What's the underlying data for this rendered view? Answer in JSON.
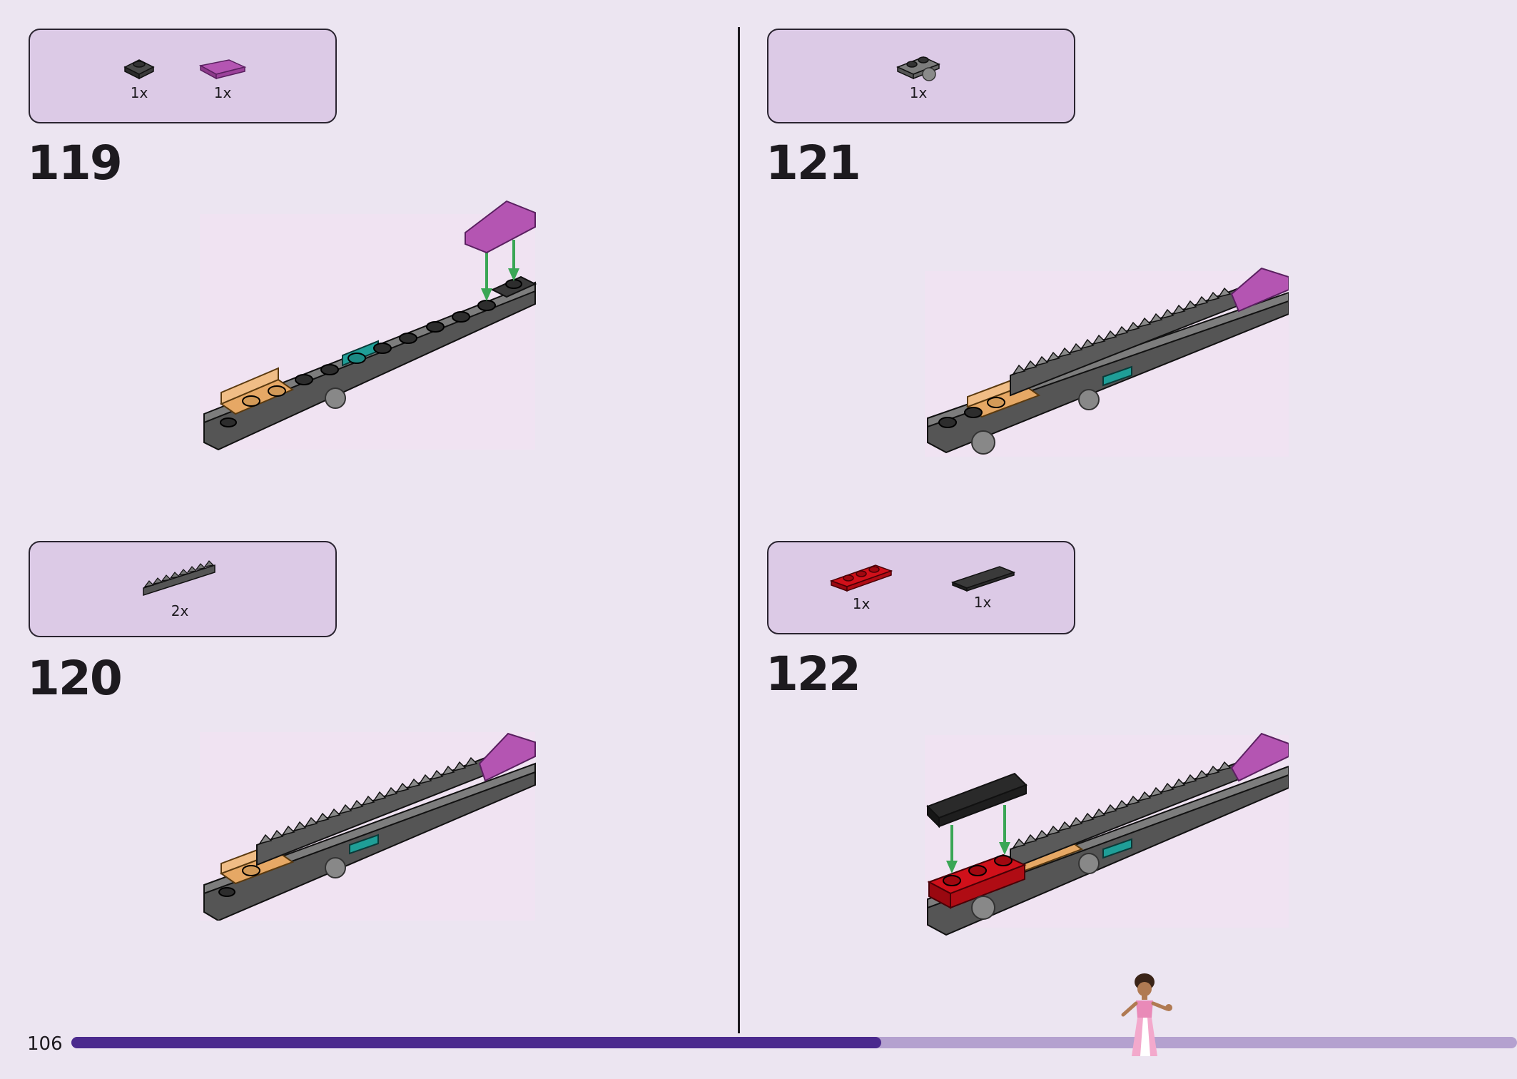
{
  "page": {
    "number": "106",
    "progress_fraction": 0.56
  },
  "steps": [
    {
      "number": "119",
      "parts": [
        {
          "icon": "black-round-plate-icon",
          "qty": "1x"
        },
        {
          "icon": "magenta-curved-slope-icon",
          "qty": "1x"
        }
      ]
    },
    {
      "number": "120",
      "parts": [
        {
          "icon": "dark-gray-rack-gear-icon",
          "qty": "2x"
        }
      ]
    },
    {
      "number": "121",
      "parts": [
        {
          "icon": "gray-plate-with-ball-icon",
          "qty": "1x"
        }
      ]
    },
    {
      "number": "122",
      "parts": [
        {
          "icon": "red-1x3-plate-icon",
          "qty": "1x"
        },
        {
          "icon": "black-1x4-tile-icon",
          "qty": "1x"
        }
      ]
    }
  ],
  "colors": {
    "background": "#ece5f1",
    "parts_box": "#dccae6",
    "progress_fill": "#4b2a8e",
    "progress_track": "#b4a1cf",
    "magenta": "#a0459f",
    "tan": "#e6a865",
    "teal": "#1f9e97",
    "red": "#d0101a",
    "arrow": "#3aa655"
  }
}
